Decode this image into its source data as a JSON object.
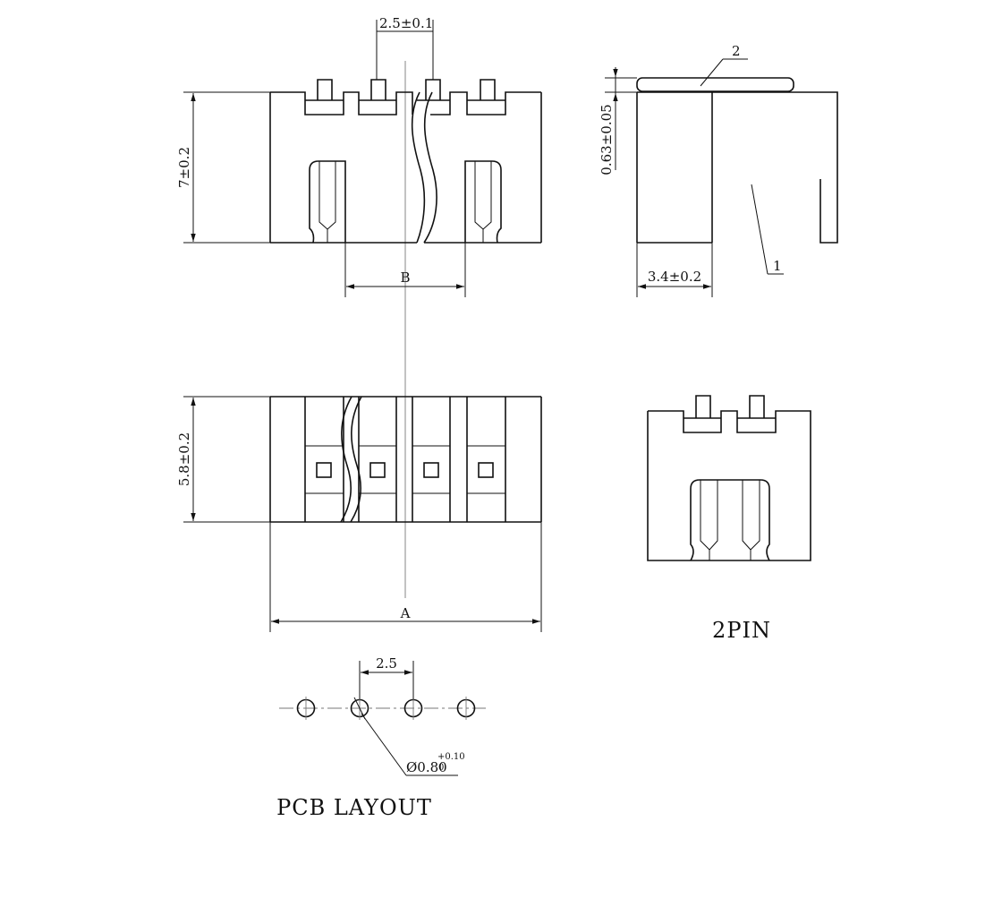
{
  "dimensions": {
    "pitch_top": "2.5±0.1",
    "height_front": "7±0.2",
    "dim_b": "B",
    "depth_side": "0.63±0.05",
    "width_side": "3.4±0.2",
    "height_bottom": "5.8±0.2",
    "dim_a": "A",
    "pcb_pitch": "2.5",
    "hole_diameter": "Ø0.80",
    "hole_tol_plus": "+0.10",
    "hole_tol_minus": "0"
  },
  "balloons": {
    "part_1": "1",
    "part_2": "2"
  },
  "labels": {
    "variant": "2PIN",
    "pcb_layout": "PCB LAYOUT"
  }
}
